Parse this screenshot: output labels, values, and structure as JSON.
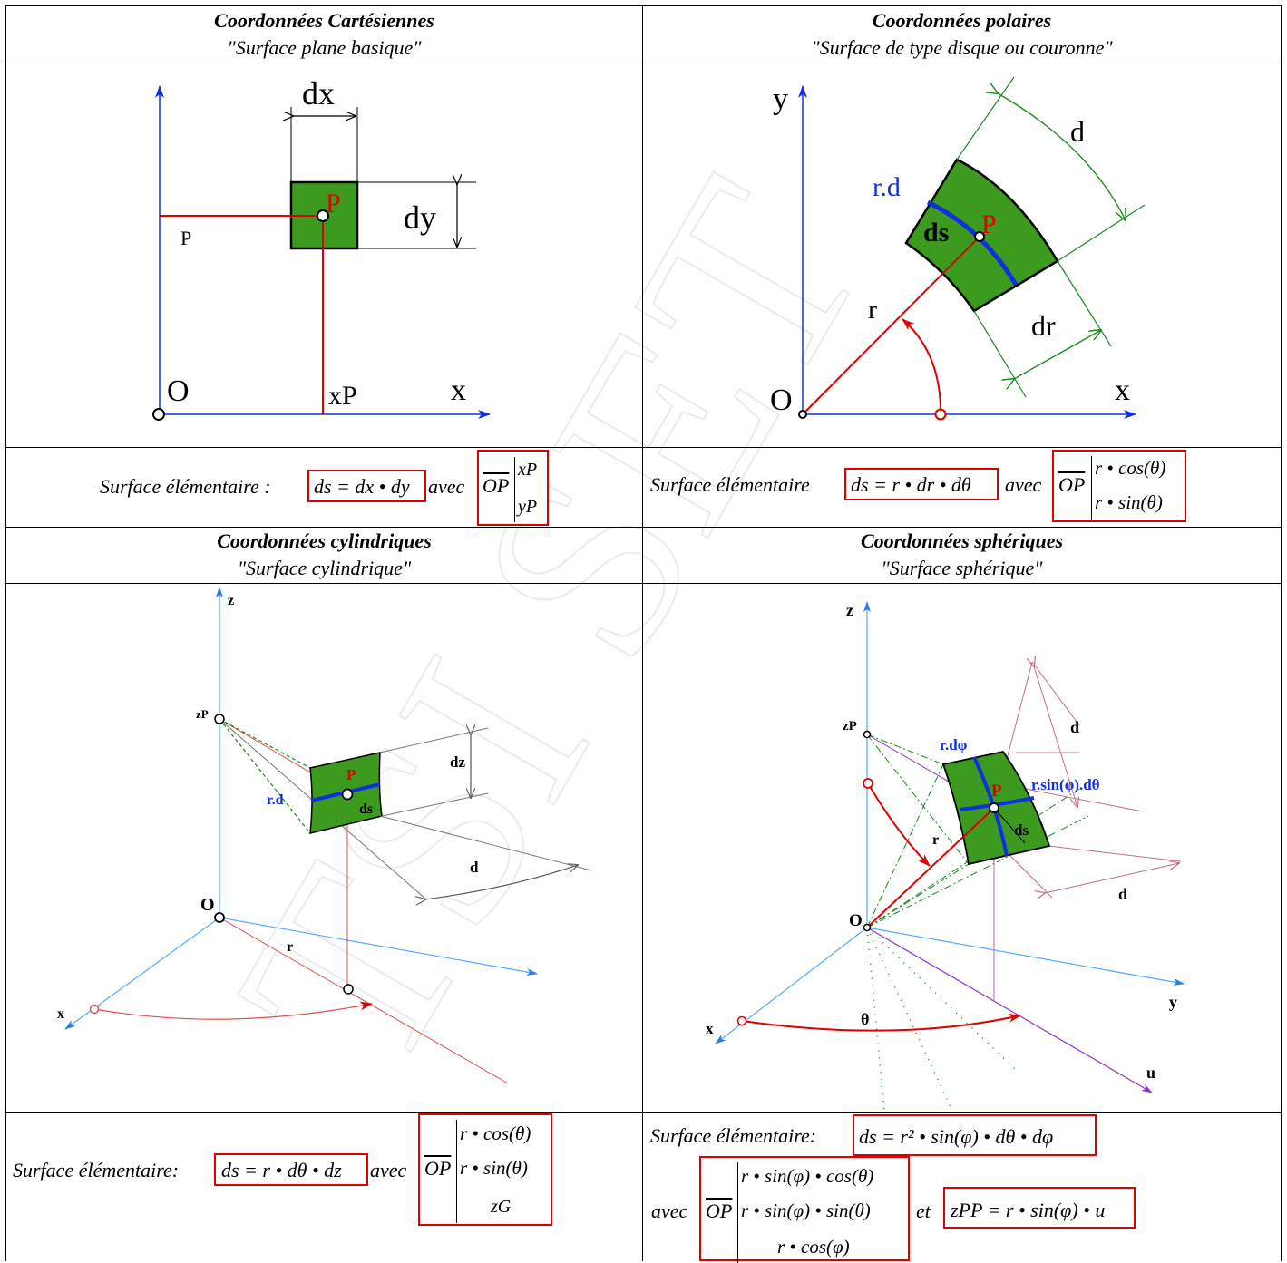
{
  "panels": {
    "cartesian": {
      "title": "Coordonnées Cartésiennes",
      "subtitle": "\"Surface plane basique\"",
      "labels": {
        "dx": "dx",
        "dy": "dy",
        "P": "P",
        "yP": "P",
        "O": "O",
        "xP": "xP",
        "x": "x"
      },
      "formula": {
        "prefix": "Surface élémentaire :",
        "ds": "ds = dx • dy",
        "avec": "avec",
        "OP": "OP",
        "components": [
          "xP",
          "yP"
        ]
      }
    },
    "polar": {
      "title": "Coordonnées polaires",
      "subtitle": "\"Surface de type disque ou couronne\"",
      "labels": {
        "y": "y",
        "d": "d",
        "rd": "r.d",
        "ds": "ds",
        "P": "P",
        "r": "r",
        "dr": "dr",
        "O": "O",
        "x": "x"
      },
      "formula": {
        "prefix": "Surface élémentaire",
        "ds": "ds = r • dr • dθ",
        "avec": "avec",
        "OP": "OP",
        "components": [
          "r • cos(θ)",
          "r • sin(θ)"
        ]
      }
    },
    "cylindrical": {
      "title": "Coordonnées cylindriques",
      "subtitle": "\"Surface cylindrique\"",
      "labels": {
        "z": "z",
        "zP": "zP",
        "dz": "dz",
        "P": "P",
        "rd": "r.d",
        "ds": "ds",
        "d": "d",
        "O": "O",
        "r": "r",
        "x": "x"
      },
      "formula": {
        "prefix": "Surface élémentaire:",
        "ds": "ds = r • dθ • dz",
        "avec": "avec",
        "OP": "OP",
        "components": [
          "r • cos(θ)",
          "r • sin(θ)",
          "zG"
        ]
      }
    },
    "spherical": {
      "title": "Coordonnées sphériques",
      "subtitle": "\"Surface sphérique\"",
      "labels": {
        "z": "z",
        "zP": "zP",
        "d1": "d",
        "rdphi": "r.dφ",
        "P": "P",
        "rsin": "r.sin(φ).dθ",
        "ds": "ds",
        "r": "r",
        "d2": "d",
        "O": "O",
        "x": "x",
        "theta": "θ",
        "y": "y",
        "u": "u"
      },
      "formula": {
        "prefix": "Surface élémentaire:",
        "ds": "ds = r² • sin(φ) • dθ • dφ",
        "avec": "avec",
        "OP": "OP",
        "components": [
          "r • sin(φ) • cos(θ)",
          "r • sin(φ) • sin(θ)",
          "r • cos(φ)"
        ],
        "et": "et",
        "zPP": "zPP = r • sin(φ) • u"
      }
    }
  },
  "watermark": "TSI SET",
  "colors": {
    "green": "#3c9a1e",
    "red": "#e00000",
    "blue": "#1030e0",
    "darkgreen": "#1a8a1a",
    "lightblue": "#55aaff"
  }
}
